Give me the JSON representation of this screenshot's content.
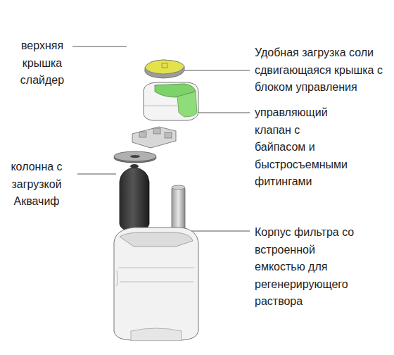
{
  "diagram": {
    "labels": [
      "верхняя крышка слайдер",
      "Удобная загрузка соли сдвигающаяся крышка с блоком управления",
      "управляющий клапан с байпасом и быстросъемными фитингами",
      "колонна с загрузкой Аквачиф",
      "Корпус фильтра со встроенной емкостью для регенерирующего раствора"
    ]
  }
}
